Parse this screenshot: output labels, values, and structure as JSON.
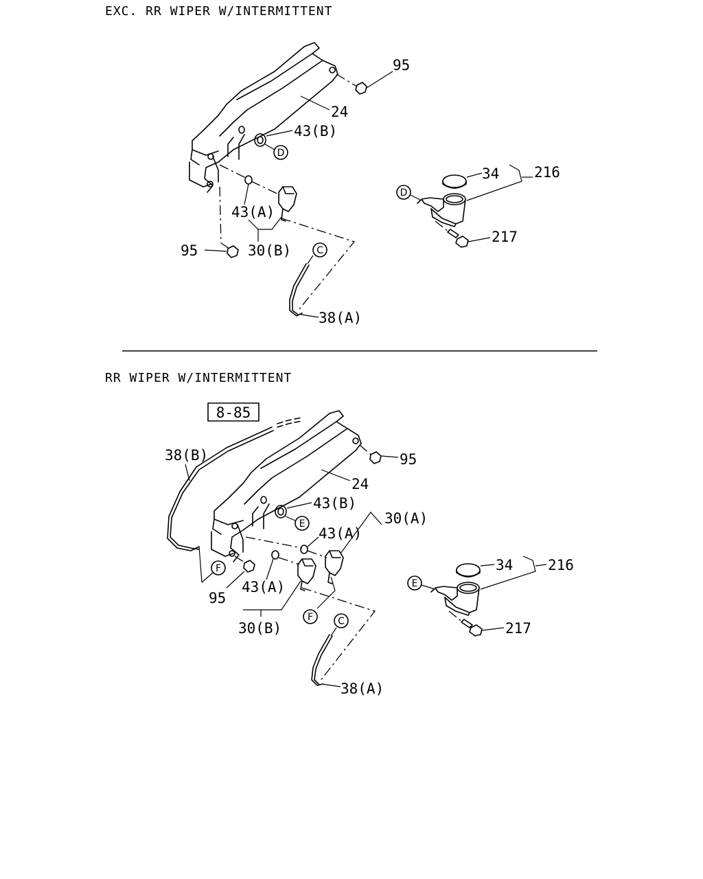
{
  "sections": {
    "top": {
      "title": "EXC. RR WIPER W/INTERMITTENT",
      "labels": {
        "nut_95_right": "95",
        "arm_24": "24",
        "grommet_43b": "43(B)",
        "marker_d_arm": "D",
        "grommet_43a": "43(A)",
        "nozzle_30b": "30(B)",
        "nut_95_left": "95",
        "marker_c": "C",
        "hose_38a": "38(A)",
        "cap_34": "34",
        "assy_216": "216",
        "marker_d_tank": "D",
        "bolt_217": "217"
      }
    },
    "bottom": {
      "title": "RR WIPER W/INTERMITTENT",
      "labels": {
        "ref_box": "8-85",
        "hose_38b": "38(B)",
        "nut_95_right": "95",
        "arm_24": "24",
        "grommet_43b": "43(B)",
        "marker_e_arm": "E",
        "nozzle_30a": "30(A)",
        "grommet_43a_upper": "43(A)",
        "marker_f_left": "F",
        "nut_95_left": "95",
        "grommet_43a_lower": "43(A)",
        "nozzle_30b": "30(B)",
        "marker_f_mid": "F",
        "marker_c": "C",
        "hose_38a": "38(A)",
        "cap_34": "34",
        "assy_216": "216",
        "marker_e_tank": "E",
        "bolt_217": "217"
      }
    }
  }
}
